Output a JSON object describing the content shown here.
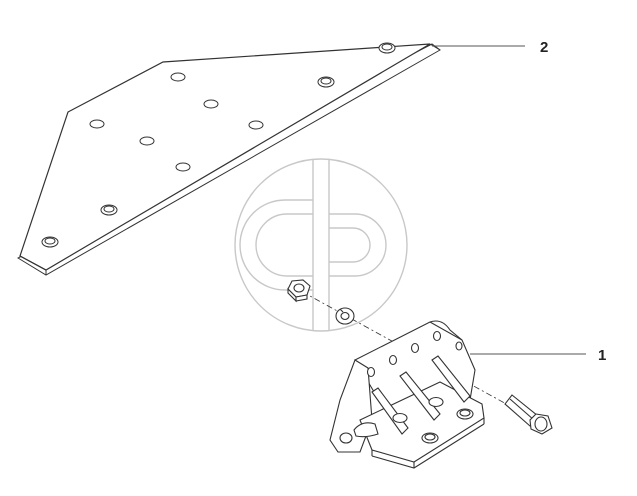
{
  "diagram": {
    "callouts": [
      {
        "number": "1",
        "part": "mounting-bracket"
      },
      {
        "number": "2",
        "part": "mounting-plate"
      }
    ],
    "colors": {
      "stroke": "#333333",
      "watermark": "#cccccc",
      "fill": "#ffffff"
    }
  }
}
